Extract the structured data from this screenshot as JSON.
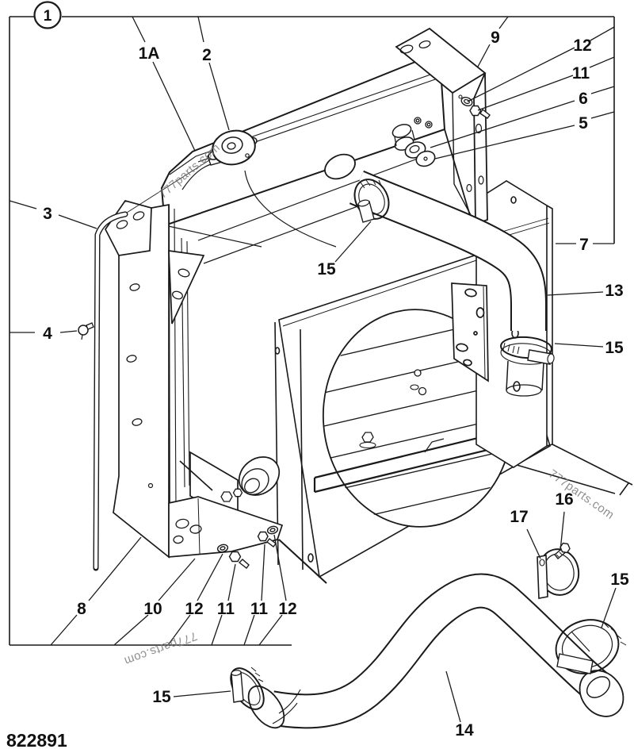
{
  "figure": {
    "part_number": "822891",
    "watermark_text": "777parts.com"
  },
  "callouts": {
    "n1": "1",
    "n1A": "1A",
    "n2": "2",
    "n3": "3",
    "n4": "4",
    "n5": "5",
    "n6": "6",
    "n7": "7",
    "n8": "8",
    "n9": "9",
    "n10": "10",
    "n11": "11",
    "n12": "12",
    "n13": "13",
    "n14": "14",
    "n15": "15",
    "n16": "16",
    "n17": "17"
  }
}
